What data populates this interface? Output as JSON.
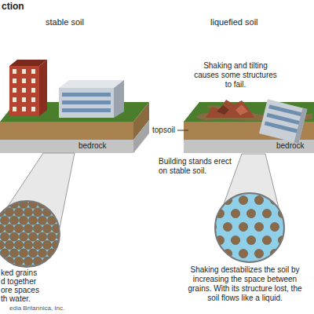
{
  "diagram": {
    "title": "ction",
    "labels": [
      "stable soil",
      "liquefied soil",
      "Shaking and tilting causes some structures to fail.",
      "topsoil",
      "bedrock",
      "bedrock",
      "Building stands erect on stable soil.",
      "ked grains d together ore spaces th water.",
      "Shaking destabilizes the soil by increasing the space between grains. With its structure lost, the soil flows like a liquid.",
      "edia Britannica, Inc."
    ]
  }
}
